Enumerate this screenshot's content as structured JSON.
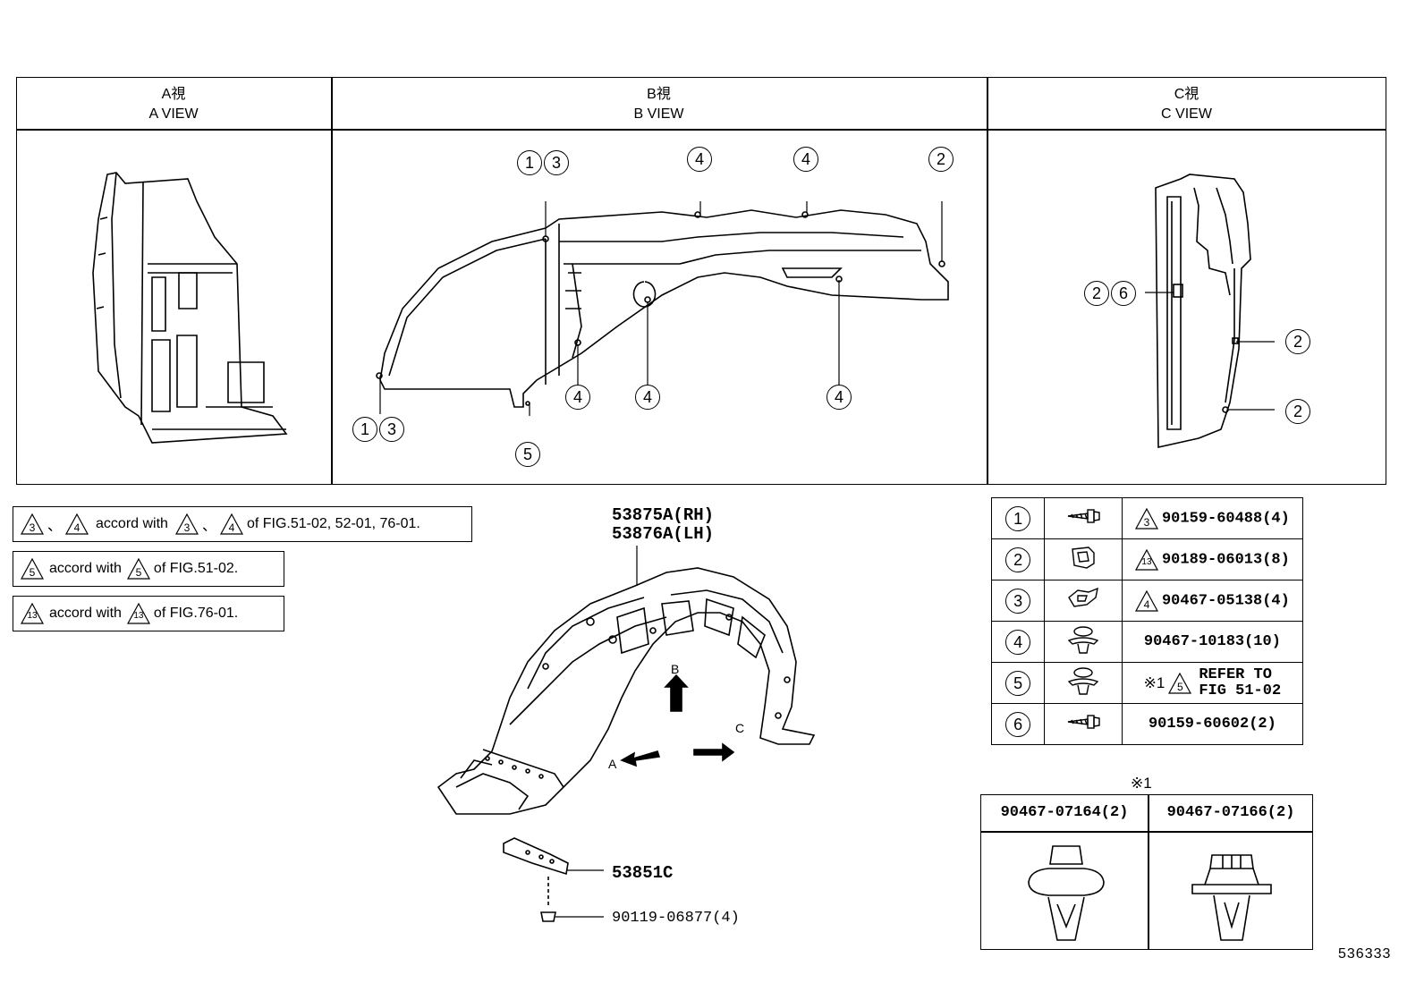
{
  "views": [
    {
      "jp": "A視",
      "en": "A VIEW"
    },
    {
      "jp": "B視",
      "en": "B VIEW"
    },
    {
      "jp": "C視",
      "en": "C VIEW"
    }
  ],
  "callouts_b": [
    {
      "text": [
        "1",
        "3"
      ]
    },
    {
      "text": [
        "4"
      ]
    },
    {
      "text": [
        "4"
      ]
    },
    {
      "text": [
        "2"
      ]
    },
    {
      "text": [
        "1",
        "3"
      ]
    },
    {
      "text": [
        "5"
      ]
    },
    {
      "text": [
        "4"
      ]
    },
    {
      "text": [
        "4"
      ]
    },
    {
      "text": [
        "4"
      ]
    }
  ],
  "callouts_c": [
    {
      "text": [
        "2",
        "6"
      ]
    },
    {
      "text": [
        "2"
      ]
    },
    {
      "text": [
        "2"
      ]
    }
  ],
  "notes": [
    {
      "tri1": "3",
      "sep": "、",
      "tri2": "4",
      "mid": "accord with",
      "tri3": "3",
      "sep2": "、",
      "tri4": "4",
      "tail": "of FIG.51-02, 52-01, 76-01."
    },
    {
      "tri1": "5",
      "mid": "accord with",
      "tri2": "5",
      "tail": "of FIG.51-02."
    },
    {
      "tri1": "13",
      "mid": "accord with",
      "tri2": "13",
      "tail": "of FIG.76-01."
    }
  ],
  "main_part": {
    "rh": "53875A(RH)",
    "lh": "53876A(LH)"
  },
  "arrows": {
    "a": "A",
    "b": "B",
    "c": "C"
  },
  "sub_parts": {
    "bracket": "53851C",
    "screw": "90119-06877(4)"
  },
  "parts_table": [
    {
      "num": "1",
      "tri": "3",
      "part": "90159-60488(4)",
      "icon": "screw-icon"
    },
    {
      "num": "2",
      "tri": "13",
      "part": "90189-06013(8)",
      "icon": "clip-nut-icon"
    },
    {
      "num": "3",
      "tri": "4",
      "part": "90467-05138(4)",
      "icon": "spring-clip-icon"
    },
    {
      "num": "4",
      "tri": "",
      "part": "90467-10183(10)",
      "icon": "push-clip-icon"
    },
    {
      "num": "5",
      "tri": "5",
      "mark": "※1",
      "part": "REFER TO",
      "part2": "FIG 51-02",
      "icon": "push-clip-icon"
    },
    {
      "num": "6",
      "tri": "",
      "part": "90159-60602(2)",
      "icon": "screw-icon"
    }
  ],
  "footnote_table": {
    "mark": "※1",
    "cols": [
      "90467-07164(2)",
      "90467-07166(2)"
    ]
  },
  "figure_id": "536333"
}
